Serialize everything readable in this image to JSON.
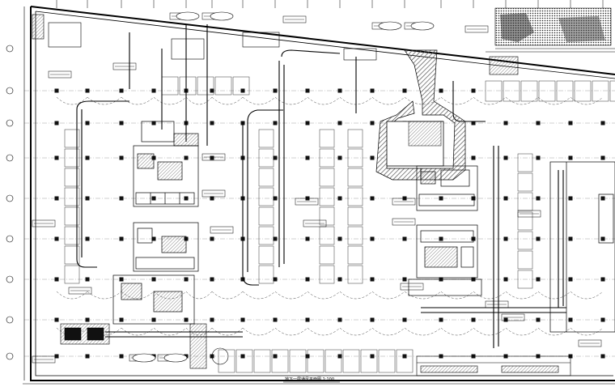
{
  "drawing": {
    "caption": "地下一层通风平面图 1:100",
    "axis_bubble_count_left": 9,
    "axis_bubble_count_top": 20,
    "line_color": "#000000",
    "hatch_color": "#555555",
    "background_color": "#ffffff"
  }
}
